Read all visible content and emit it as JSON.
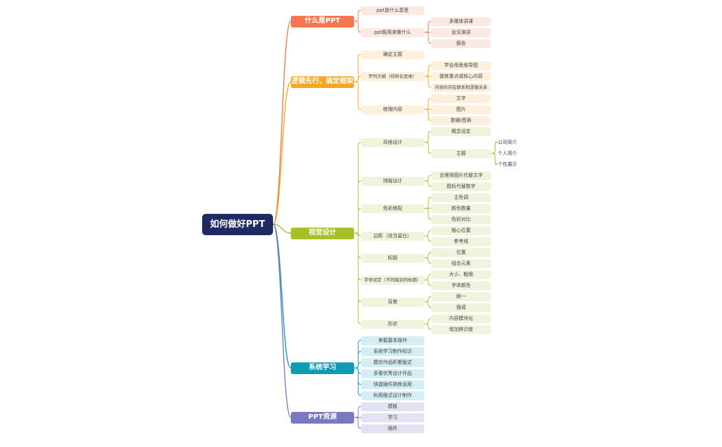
{
  "root": {
    "label": "如何做好PPT"
  },
  "branches": [
    {
      "label": "什么是PPT",
      "color": "#f5764f",
      "light": "#fde9e3",
      "children": [
        {
          "label": "ppt是什么意思"
        },
        {
          "label": "ppt能用来做什么",
          "children": [
            {
              "label": "多媒体讲课"
            },
            {
              "label": "会议演讲"
            },
            {
              "label": "报告"
            }
          ]
        }
      ]
    },
    {
      "label": "逻辑先行、确定框架",
      "color": "#f6a623",
      "light": "#fdf0dc",
      "children": [
        {
          "label": "确定主题"
        },
        {
          "label": "罗列大纲（结构化思维）",
          "children": [
            {
              "label": "学会用思维导图"
            },
            {
              "label": "提炼重点或核心内容"
            },
            {
              "label": "内容的内在联系和逻辑关系"
            }
          ]
        },
        {
          "label": "梳理内容",
          "children": [
            {
              "label": "文字"
            },
            {
              "label": "图片"
            },
            {
              "label": "数据/图表"
            }
          ]
        }
      ]
    },
    {
      "label": "视觉设计",
      "color": "#a8bf28",
      "light": "#f1f4dc",
      "children": [
        {
          "label": "风格设计",
          "children": [
            {
              "label": "概念设定"
            },
            {
              "label": "主题",
              "children": [
                {
                  "label": "公司简介"
                },
                {
                  "label": "个人简介"
                },
                {
                  "label": "个性展示"
                }
              ]
            }
          ]
        },
        {
          "label": "排版设计",
          "children": [
            {
              "label": "合理用图片代替文字"
            },
            {
              "label": "图标代替数字"
            }
          ]
        },
        {
          "label": "色彩搭配",
          "children": [
            {
              "label": "主色调"
            },
            {
              "label": "颜色数量"
            },
            {
              "label": "色彩对比"
            }
          ]
        },
        {
          "label": "边距（适当留白）",
          "children": [
            {
              "label": "版心位置"
            },
            {
              "label": "参考线"
            }
          ]
        },
        {
          "label": "标题",
          "children": [
            {
              "label": "位置"
            },
            {
              "label": "组合元素"
            }
          ]
        },
        {
          "label": "字体设定（不同级别的标题）",
          "children": [
            {
              "label": "大小、粗细"
            },
            {
              "label": "字体颜色"
            }
          ]
        },
        {
          "label": "背景",
          "children": [
            {
              "label": "统一"
            },
            {
              "label": "强调"
            }
          ]
        },
        {
          "label": "形状",
          "children": [
            {
              "label": "内容模块化"
            },
            {
              "label": "增加辨识度"
            }
          ]
        }
      ]
    },
    {
      "label": "系统学习",
      "color": "#0f9bb3",
      "light": "#d3eef4",
      "children": [
        {
          "label": "掌握基本操作"
        },
        {
          "label": "系统学习制作知识"
        },
        {
          "label": "模仿作品积累版式"
        },
        {
          "label": "多看优秀设计作品"
        },
        {
          "label": "快捷插件熟练运用"
        },
        {
          "label": "利用版式设计制作"
        }
      ]
    },
    {
      "label": "PPT资源",
      "color": "#7b78c2",
      "light": "#e3e2f2",
      "children": [
        {
          "label": "模板"
        },
        {
          "label": "学习"
        },
        {
          "label": "插件"
        }
      ]
    }
  ]
}
